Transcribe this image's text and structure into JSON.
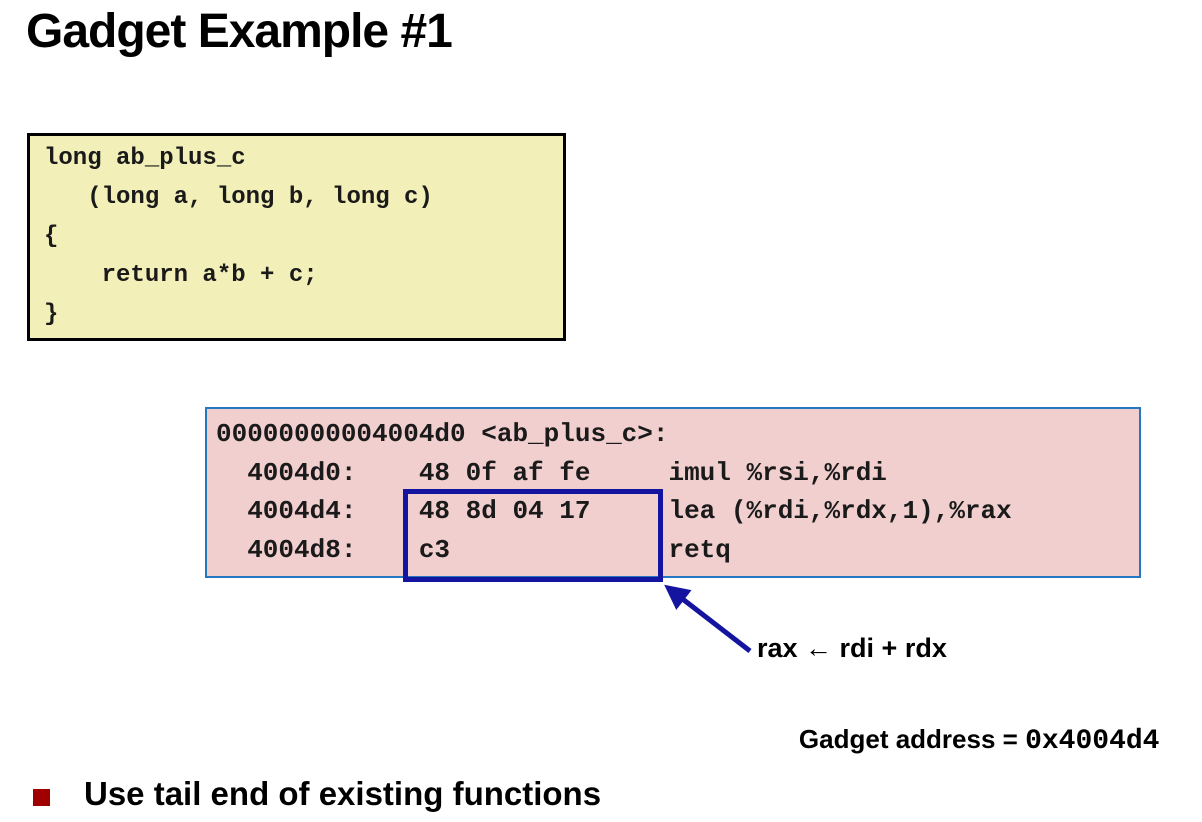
{
  "slide": {
    "title": "Gadget Example #1",
    "c_code": {
      "lines": [
        "long ab_plus_c",
        "   (long a, long b, long c)",
        "{",
        "    return a*b + c;",
        "}"
      ]
    },
    "disassembly": {
      "lines": [
        "00000000004004d0 <ab_plus_c>:",
        "  4004d0:    48 0f af fe     imul %rsi,%rdi",
        "  4004d4:    48 8d 04 17     lea (%rdi,%rdx,1),%rax",
        "  4004d8:    c3              retq"
      ]
    },
    "annotations": {
      "register_effect": "rax ← rdi + rdx",
      "gadget_address_label": "Gadget address = ",
      "gadget_address_value": "0x4004d4"
    },
    "bullets": [
      {
        "text": "Use tail end of existing functions"
      }
    ],
    "colors": {
      "c_code_box_bg": "#f2f0b8",
      "c_code_box_border": "#000000",
      "disassembly_box_bg": "#f2cfcf",
      "disassembly_box_border": "#2577c2",
      "highlight_rect": "#1414a0",
      "arrow": "#1414a0",
      "bullet_marker": "#a00000"
    }
  }
}
